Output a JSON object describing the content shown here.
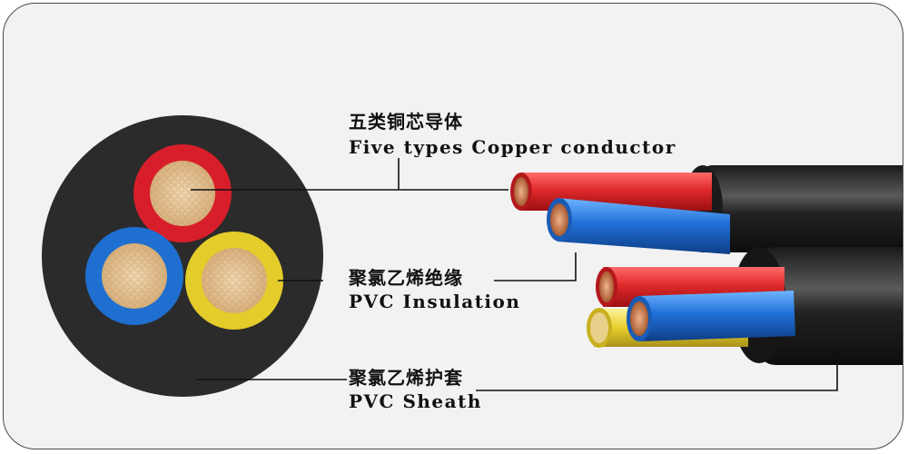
{
  "labels": {
    "conductor_zh": "五类铜芯导体",
    "conductor_en": "Five types Copper conductor",
    "insulation_zh": "聚氯乙烯绝缘",
    "insulation_en": "PVC Insulation",
    "sheath_zh": "聚氯乙烯护套",
    "sheath_en": "PVC Sheath"
  },
  "colors": {
    "background": "#f2f2f2",
    "sheath": "#2b2b2b",
    "insulation_red": "#d81e2a",
    "insulation_blue": "#1f6fd0",
    "insulation_yellow": "#e4cc2a",
    "copper": "#e6c79a",
    "leader_line": "#111111"
  }
}
